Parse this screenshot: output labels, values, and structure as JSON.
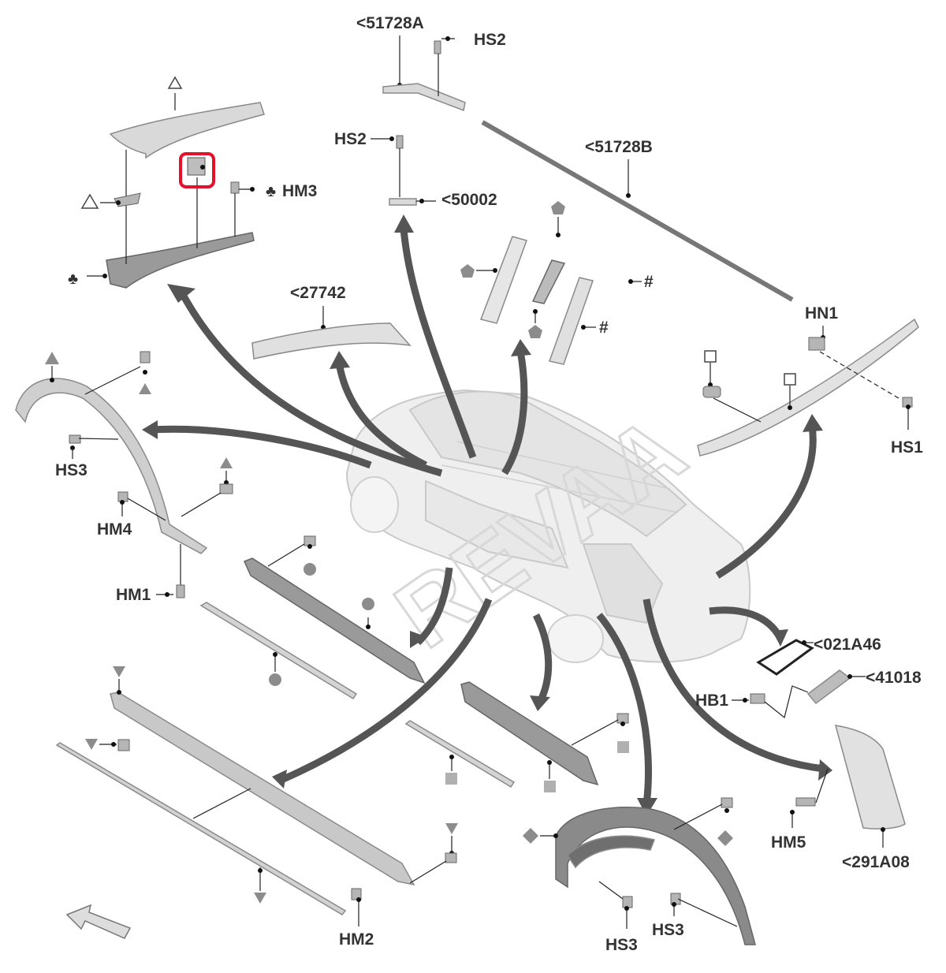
{
  "labels": {
    "l51728A": "<51728A",
    "hs2_top": "HS2",
    "hs2_mid": "HS2",
    "l51728B": "<51728B",
    "l50002": "<50002",
    "hm3": "HM3",
    "l27742": "<27742",
    "hn1": "HN1",
    "hs1": "HS1",
    "hs3_left": "HS3",
    "hm4": "HM4",
    "hm1": "HM1",
    "l021A46": "<021A46",
    "l41018": "<41018",
    "hb1": "HB1",
    "hm5": "HM5",
    "l291A08": "<291A08",
    "hm2": "HM2",
    "hs3_bottom": "HS3",
    "hs3_right": "HS3"
  },
  "symbols": {
    "hash_1": "#",
    "hash_2": "#",
    "club_hm3": "♣",
    "club_left": "♣"
  },
  "watermark": "REVAA",
  "colors": {
    "highlight": "#e3122a",
    "symbol_gray": "#8c8c8c",
    "arrow": "#555555"
  }
}
